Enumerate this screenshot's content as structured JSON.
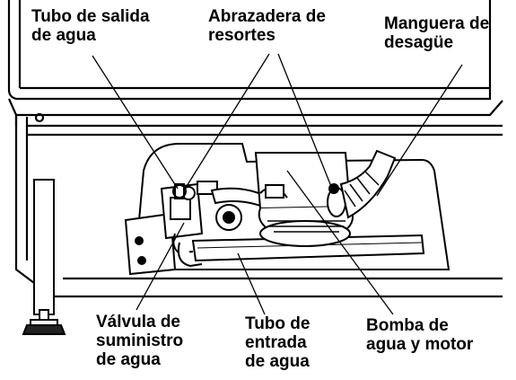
{
  "labels": {
    "outlet_tube": [
      "Tubo de salida",
      "de agua"
    ],
    "spring_clamp": [
      "Abrazadera de",
      "resortes"
    ],
    "drain_hose": [
      "Manguera de",
      "desagüe"
    ],
    "supply_valve": [
      "Válvula de",
      "suministro",
      "de agua"
    ],
    "inlet_tube": [
      "Tubo de",
      "entrada",
      "de agua"
    ],
    "pump_motor": [
      "Bomba de",
      "agua y motor"
    ]
  },
  "colors": {
    "line": "#000000",
    "background": "#ffffff",
    "shadow": "#1a1a1a"
  }
}
